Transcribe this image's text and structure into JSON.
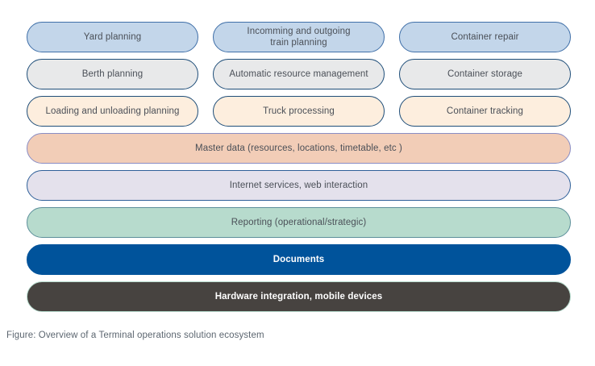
{
  "figure": {
    "caption": "Figure: Overview of a Terminal operations solution ecosystem",
    "colors": {
      "blue_fill": "#c3d6ea",
      "blue_border": "#3f6fa8",
      "gray_fill": "#e8e9ea",
      "navy_border": "#1f4e79",
      "cream_fill": "#fdeede",
      "salmon_fill": "#f2cdb7",
      "salmon_border": "#8a8dc4",
      "lavender_fill": "#e4e1ec",
      "lavender_border": "#2f6099",
      "mint_fill": "#b7dbcd",
      "mint_border": "#5c8f9a",
      "documents_fill": "#00539b",
      "hardware_fill": "#474340",
      "text_color": "#4a4f57",
      "caption_color": "#5c6670"
    },
    "rows": [
      {
        "style": "v-blue",
        "cells": [
          "Yard planning",
          "Incomming and outgoing\ntrain planning",
          "Container repair"
        ]
      },
      {
        "style": "v-gray",
        "cells": [
          "Berth planning",
          "Automatic resource management",
          "Container storage"
        ]
      },
      {
        "style": "v-cream",
        "cells": [
          "Loading and unloading planning",
          "Truck processing",
          "Container tracking"
        ]
      }
    ],
    "bars": [
      {
        "style": "v-salmon",
        "label": "Master data (resources, locations, timetable, etc )"
      },
      {
        "style": "v-lavender",
        "label": "Internet services, web interaction"
      },
      {
        "style": "v-mint",
        "label": "Reporting (operational/strategic)"
      },
      {
        "style": "v-navy",
        "label": "Documents"
      },
      {
        "style": "v-charcoal",
        "label": "Hardware integration, mobile devices"
      }
    ]
  }
}
